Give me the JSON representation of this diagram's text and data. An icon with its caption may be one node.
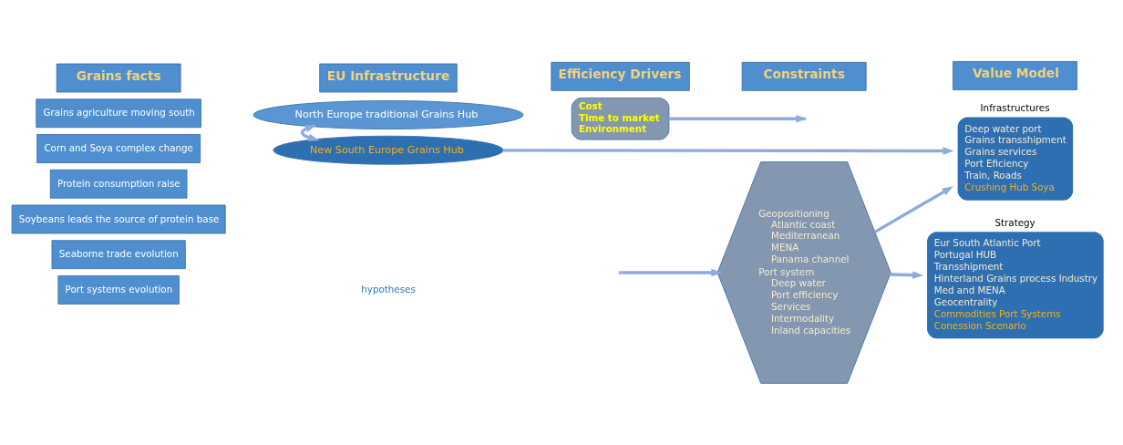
{
  "diagram": {
    "nodes": [
      {
        "text": [
          "Grains facts"
        ]
      },
      {
        "text": [
          "EU Infrastructure"
        ]
      },
      {
        "text": [
          "Efficiency Drivers"
        ]
      },
      {
        "text": [
          "Constraints"
        ]
      },
      {
        "text": [
          "Value Model"
        ]
      },
      {
        "text": [
          "Grains agriculture moving south"
        ]
      },
      {
        "text": [
          "Corn and Soya complex change"
        ]
      },
      {
        "text": [
          "Protein consumption raise"
        ]
      },
      {
        "text": [
          "Soybeans leads the source of protein base"
        ]
      },
      {
        "text": [
          "Seaborne trade evolution"
        ]
      },
      {
        "text": [
          "Port systems evolution"
        ]
      },
      {
        "text": [
          "North Europe traditional Grains Hub"
        ]
      },
      {
        "text": [
          "New South Europe Grains Hub"
        ]
      },
      {
        "text": [
          "Cost",
          "Time to market",
          "Environment"
        ]
      },
      {
        "text": [
          "Geopositioning",
          "Atlantic coast",
          "Mediterranean",
          "MENA",
          "Panama channel",
          "Port system",
          "Deep water",
          "Port efficiency",
          "Services",
          "Intermodality",
          "Inland capacities"
        ]
      },
      {
        "text": [
          "Infrastructures",
          "Deep water port",
          "Grains transshipment",
          "Grains services",
          "Port Eficiency",
          "Train, Roads",
          "Crushing Hub Soya"
        ]
      },
      {
        "text": [
          "Strategy",
          "Eur South Atlantic Port",
          "Portugal HUB",
          "Transshipment",
          "Hinterland Grains process Industry",
          "Med and MENA",
          "Geocentrality",
          "Commodities Port Systems",
          "Conession Scenario"
        ]
      }
    ],
    "edges": [
      {
        "from": 11,
        "to": 12,
        "arrow": "both"
      },
      {
        "from": 12,
        "to": 15,
        "arrow": "to"
      },
      {
        "from": 13,
        "to": null,
        "arrow": "to"
      },
      {
        "from": null,
        "to": 14,
        "arrow": "to"
      },
      {
        "from": 14,
        "to": 15,
        "arrow": "to"
      },
      {
        "from": 14,
        "to": 16,
        "arrow": "to"
      }
    ],
    "labels": [
      "hypotheses"
    ]
  }
}
